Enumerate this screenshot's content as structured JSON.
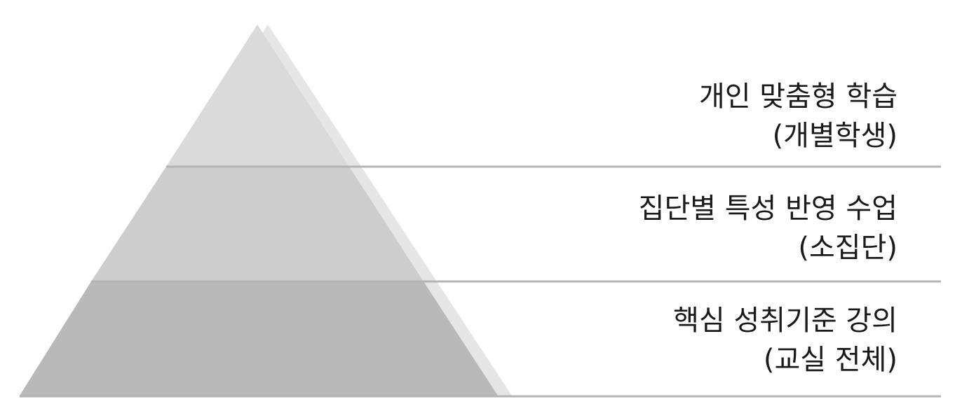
{
  "pyramid": {
    "levels": [
      {
        "title": "개인 맞춤형 학습",
        "subtitle": "(개별학생)",
        "color": "#dadada"
      },
      {
        "title": "집단별 특성 반영 수업",
        "subtitle": "(소집단)",
        "color": "#cdcdcd"
      },
      {
        "title": "핵심 성취기준 강의",
        "subtitle": "(교실 전체)",
        "color": "#b9b9b9"
      }
    ],
    "shadow_color": "#e6e6e6",
    "divider_color": "#b4b4b4"
  }
}
